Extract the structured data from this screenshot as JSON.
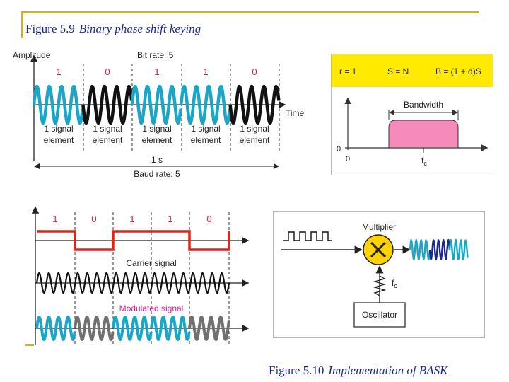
{
  "fig59": {
    "number": "Figure 5.9",
    "title": "Binary phase shift keying"
  },
  "fig510": {
    "number": "Figure 5.10",
    "title": "Implementation of BASK"
  },
  "top_diagram": {
    "amplitude_label": "Amplitude",
    "bit_rate_label": "Bit rate: 5",
    "bits": [
      "1",
      "0",
      "1",
      "1",
      "0"
    ],
    "time_label": "Time",
    "element_line1": "1 signal",
    "element_line2": "element",
    "one_s_label": "1 s",
    "baud_rate_label": "Baud rate: 5",
    "colors": {
      "bit1": "#1aa7c7",
      "bit0": "#111111",
      "bits_text": "#e0185f"
    }
  },
  "bandwidth_panel": {
    "r_label": "r = 1",
    "s_label": "S = N",
    "b_label": "B = (1 + d)S",
    "bandwidth_label": "Bandwidth",
    "zero_y": "0",
    "zero_x": "0",
    "fc_label": "f",
    "fc_sub": "c",
    "colors": {
      "header_bg": "#ffea00",
      "band_fill": "#f58bb8"
    }
  },
  "bottom_diagram": {
    "bits": [
      "1",
      "0",
      "1",
      "1",
      "0"
    ],
    "carrier_label": "Carrier signal",
    "modulated_label": "Modulated signal",
    "colors": {
      "signal": "#e2231a",
      "modulated_label": "#d81b8c",
      "mod1": "#1aa7c7",
      "mod0": "#707070"
    }
  },
  "implementation": {
    "multiplier_label": "Multiplier",
    "fc_label": "f",
    "fc_sub": "c",
    "oscillator_label": "Oscillator",
    "colors": {
      "multiplier_fill": "#ffd200"
    }
  }
}
